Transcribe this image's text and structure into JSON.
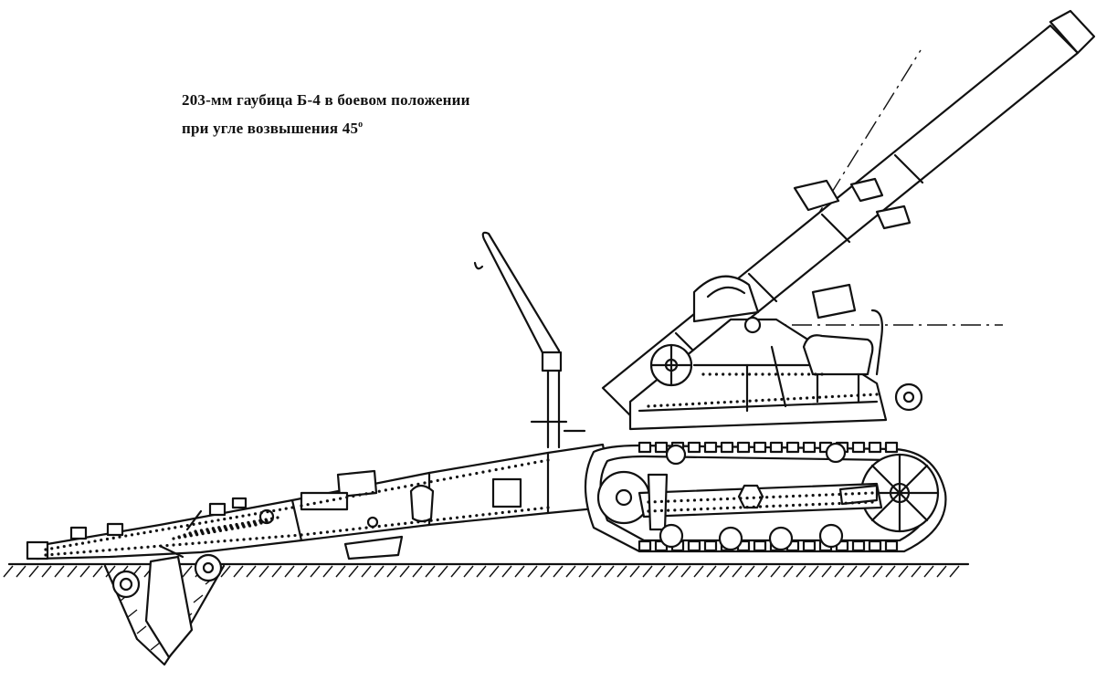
{
  "caption": {
    "line1": "203-мм гаубица Б-4 в боевом положении",
    "line2_text": "при угле возвышения 45",
    "line2_degree": "о"
  },
  "colors": {
    "ink": "#111111",
    "paper": "#ffffff"
  }
}
